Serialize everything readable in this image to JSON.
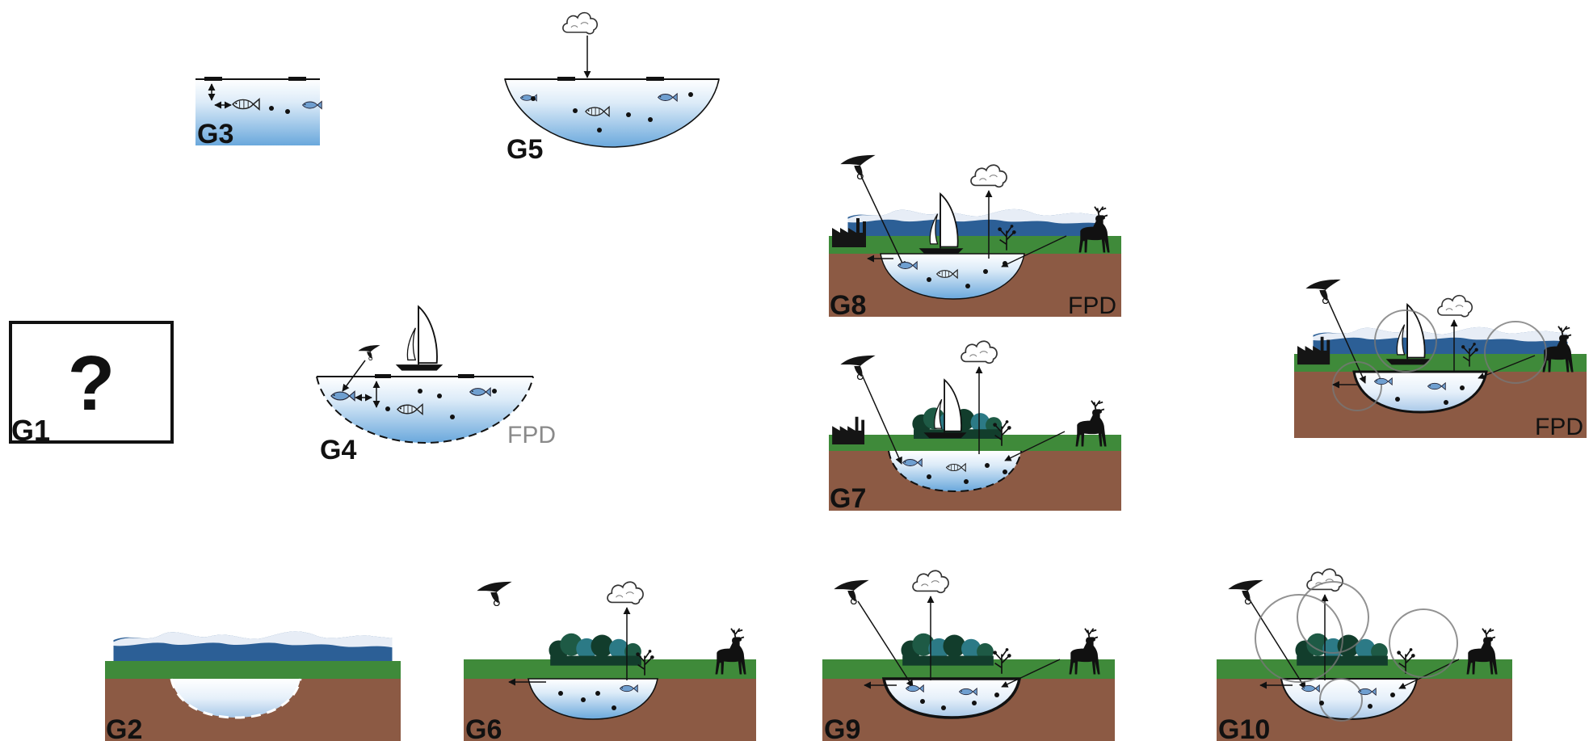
{
  "colors": {
    "soil": "#8c5a44",
    "soil_edge": "#6e4433",
    "grass": "#3f8a3a",
    "mountain_blue": "#2c5f96",
    "snow": "#e7edf6",
    "water_top": "#ffffff",
    "water_bottom": "#6aa8dc",
    "tree_dark": "#123d2c",
    "tree_teal": "#2c7a86",
    "ink": "#111111",
    "fpd_gray": "#8a8a8a"
  },
  "panels": [
    {
      "id": "G1",
      "label": "G1",
      "center_text": "?"
    },
    {
      "id": "G2",
      "label": "G2"
    },
    {
      "id": "G3",
      "label": "G3"
    },
    {
      "id": "G4",
      "label": "G4",
      "fpd": "FPD"
    },
    {
      "id": "G5",
      "label": "G5"
    },
    {
      "id": "G6",
      "label": "G6"
    },
    {
      "id": "G7",
      "label": "G7"
    },
    {
      "id": "G8",
      "label": "G8",
      "fpd": "FPD"
    },
    {
      "id": "G9",
      "label": "G9"
    },
    {
      "id": "G10",
      "label": "G10"
    },
    {
      "id": "G11",
      "label": "",
      "fpd": "FPD"
    }
  ]
}
